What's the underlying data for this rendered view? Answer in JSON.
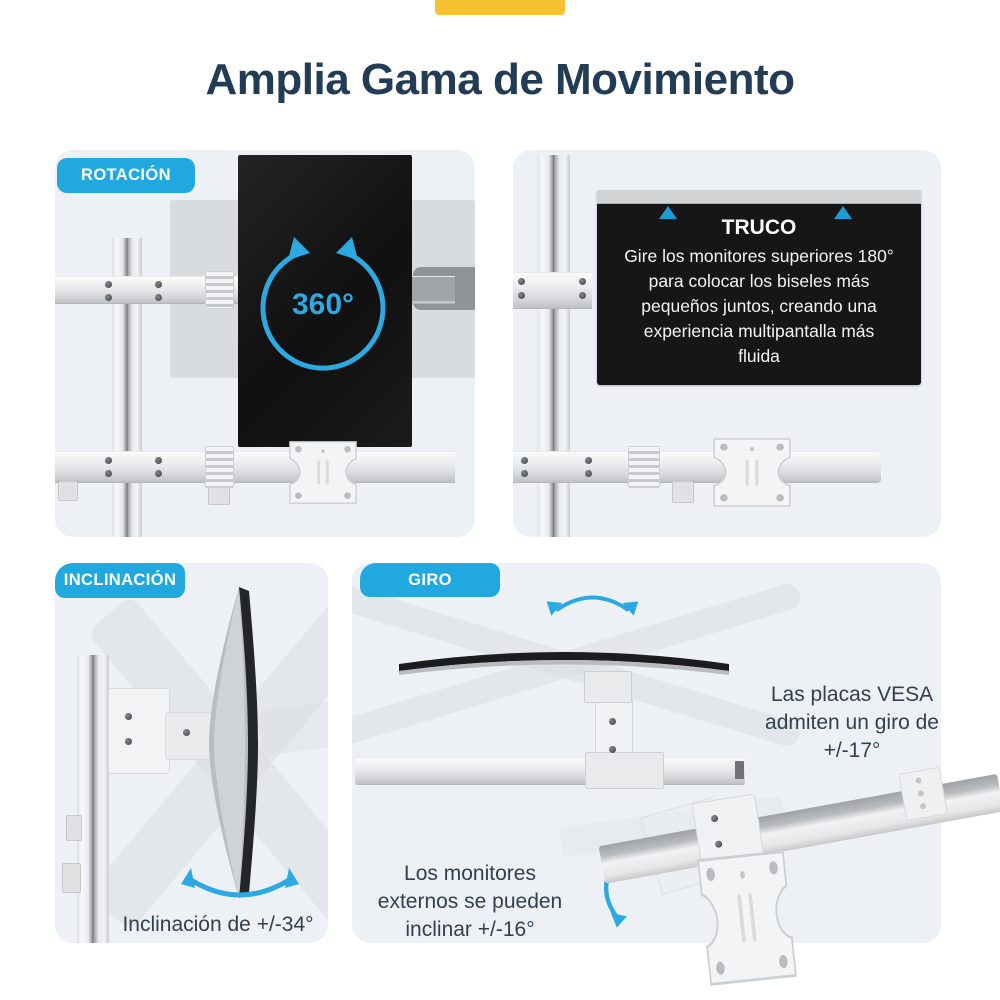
{
  "page": {
    "title": "Amplia Gama de Movimiento",
    "colors": {
      "accent_blue": "#21a8df",
      "title_navy": "#223c55",
      "body_text": "#32404e",
      "accent_yellow": "#f6c232",
      "card_background": "#edf1f5",
      "screen_black": "#151515"
    }
  },
  "sections": {
    "rotacion": {
      "label": "ROTACIÓN",
      "angle_label": "360°"
    },
    "truco": {
      "title": "TRUCO",
      "body_lines": [
        "Gire los monitores superiores 180°",
        "para colocar los biseles más",
        "pequeños juntos, creando una",
        "experiencia multipantalla más",
        "fluida"
      ]
    },
    "inclinacion": {
      "label": "INCLINACIÓN",
      "caption": "Inclinación de +/-34°"
    },
    "giro": {
      "label": "GIRO",
      "vesa_caption_lines": [
        "Las placas VESA",
        "admiten un giro de",
        "+/-17°"
      ],
      "tilt_caption_lines": [
        "Los monitores",
        "externos se pueden",
        "inclinar +/-16°"
      ]
    }
  }
}
